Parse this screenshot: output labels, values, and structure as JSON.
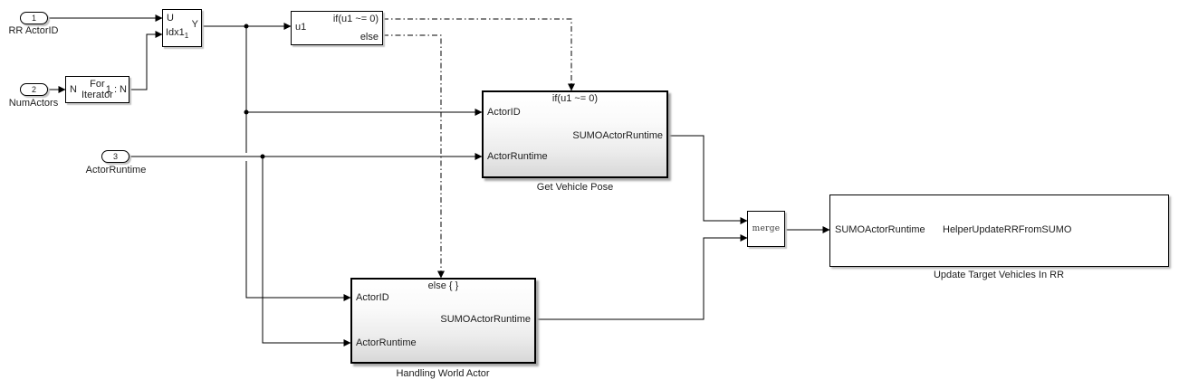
{
  "blocks": {
    "inport1": {
      "number": "1",
      "label": "RR ActorID"
    },
    "inport2": {
      "number": "2",
      "label": "NumActors"
    },
    "inport3": {
      "number": "3",
      "label": "ActorRuntime"
    },
    "selector": {
      "port_u": "U",
      "port_idx": "Idx1",
      "port_idx_sub": "1",
      "port_y": "Y"
    },
    "for_iterator": {
      "port_n": "N",
      "name_line1": "For",
      "name_line2": "Iterator",
      "port_out": "1 : N"
    },
    "if_block": {
      "port_u1": "u1",
      "port_if": "if(u1 ~= 0)",
      "port_else": "else"
    },
    "get_vehicle_pose": {
      "condition": "if(u1 ~= 0)",
      "port_actor_id": "ActorID",
      "port_actor_runtime": "ActorRuntime",
      "port_out": "SUMOActorRuntime",
      "caption": "Get Vehicle Pose"
    },
    "handling_world_actor": {
      "condition": "else { }",
      "port_actor_id": "ActorID",
      "port_actor_runtime": "ActorRuntime",
      "port_out": "SUMOActorRuntime",
      "caption": "Handling World Actor"
    },
    "merge": {
      "name": "merge"
    },
    "helper": {
      "port_in": "SUMOActorRuntime",
      "name": "HelperUpdateRRFromSUMO",
      "caption": "Update Target Vehicles In RR"
    }
  },
  "colors": {
    "wire": "#000000",
    "background": "#ffffff",
    "subsystem_gradient_top": "#ffffff",
    "subsystem_gradient_bottom": "#d8d8d8"
  }
}
